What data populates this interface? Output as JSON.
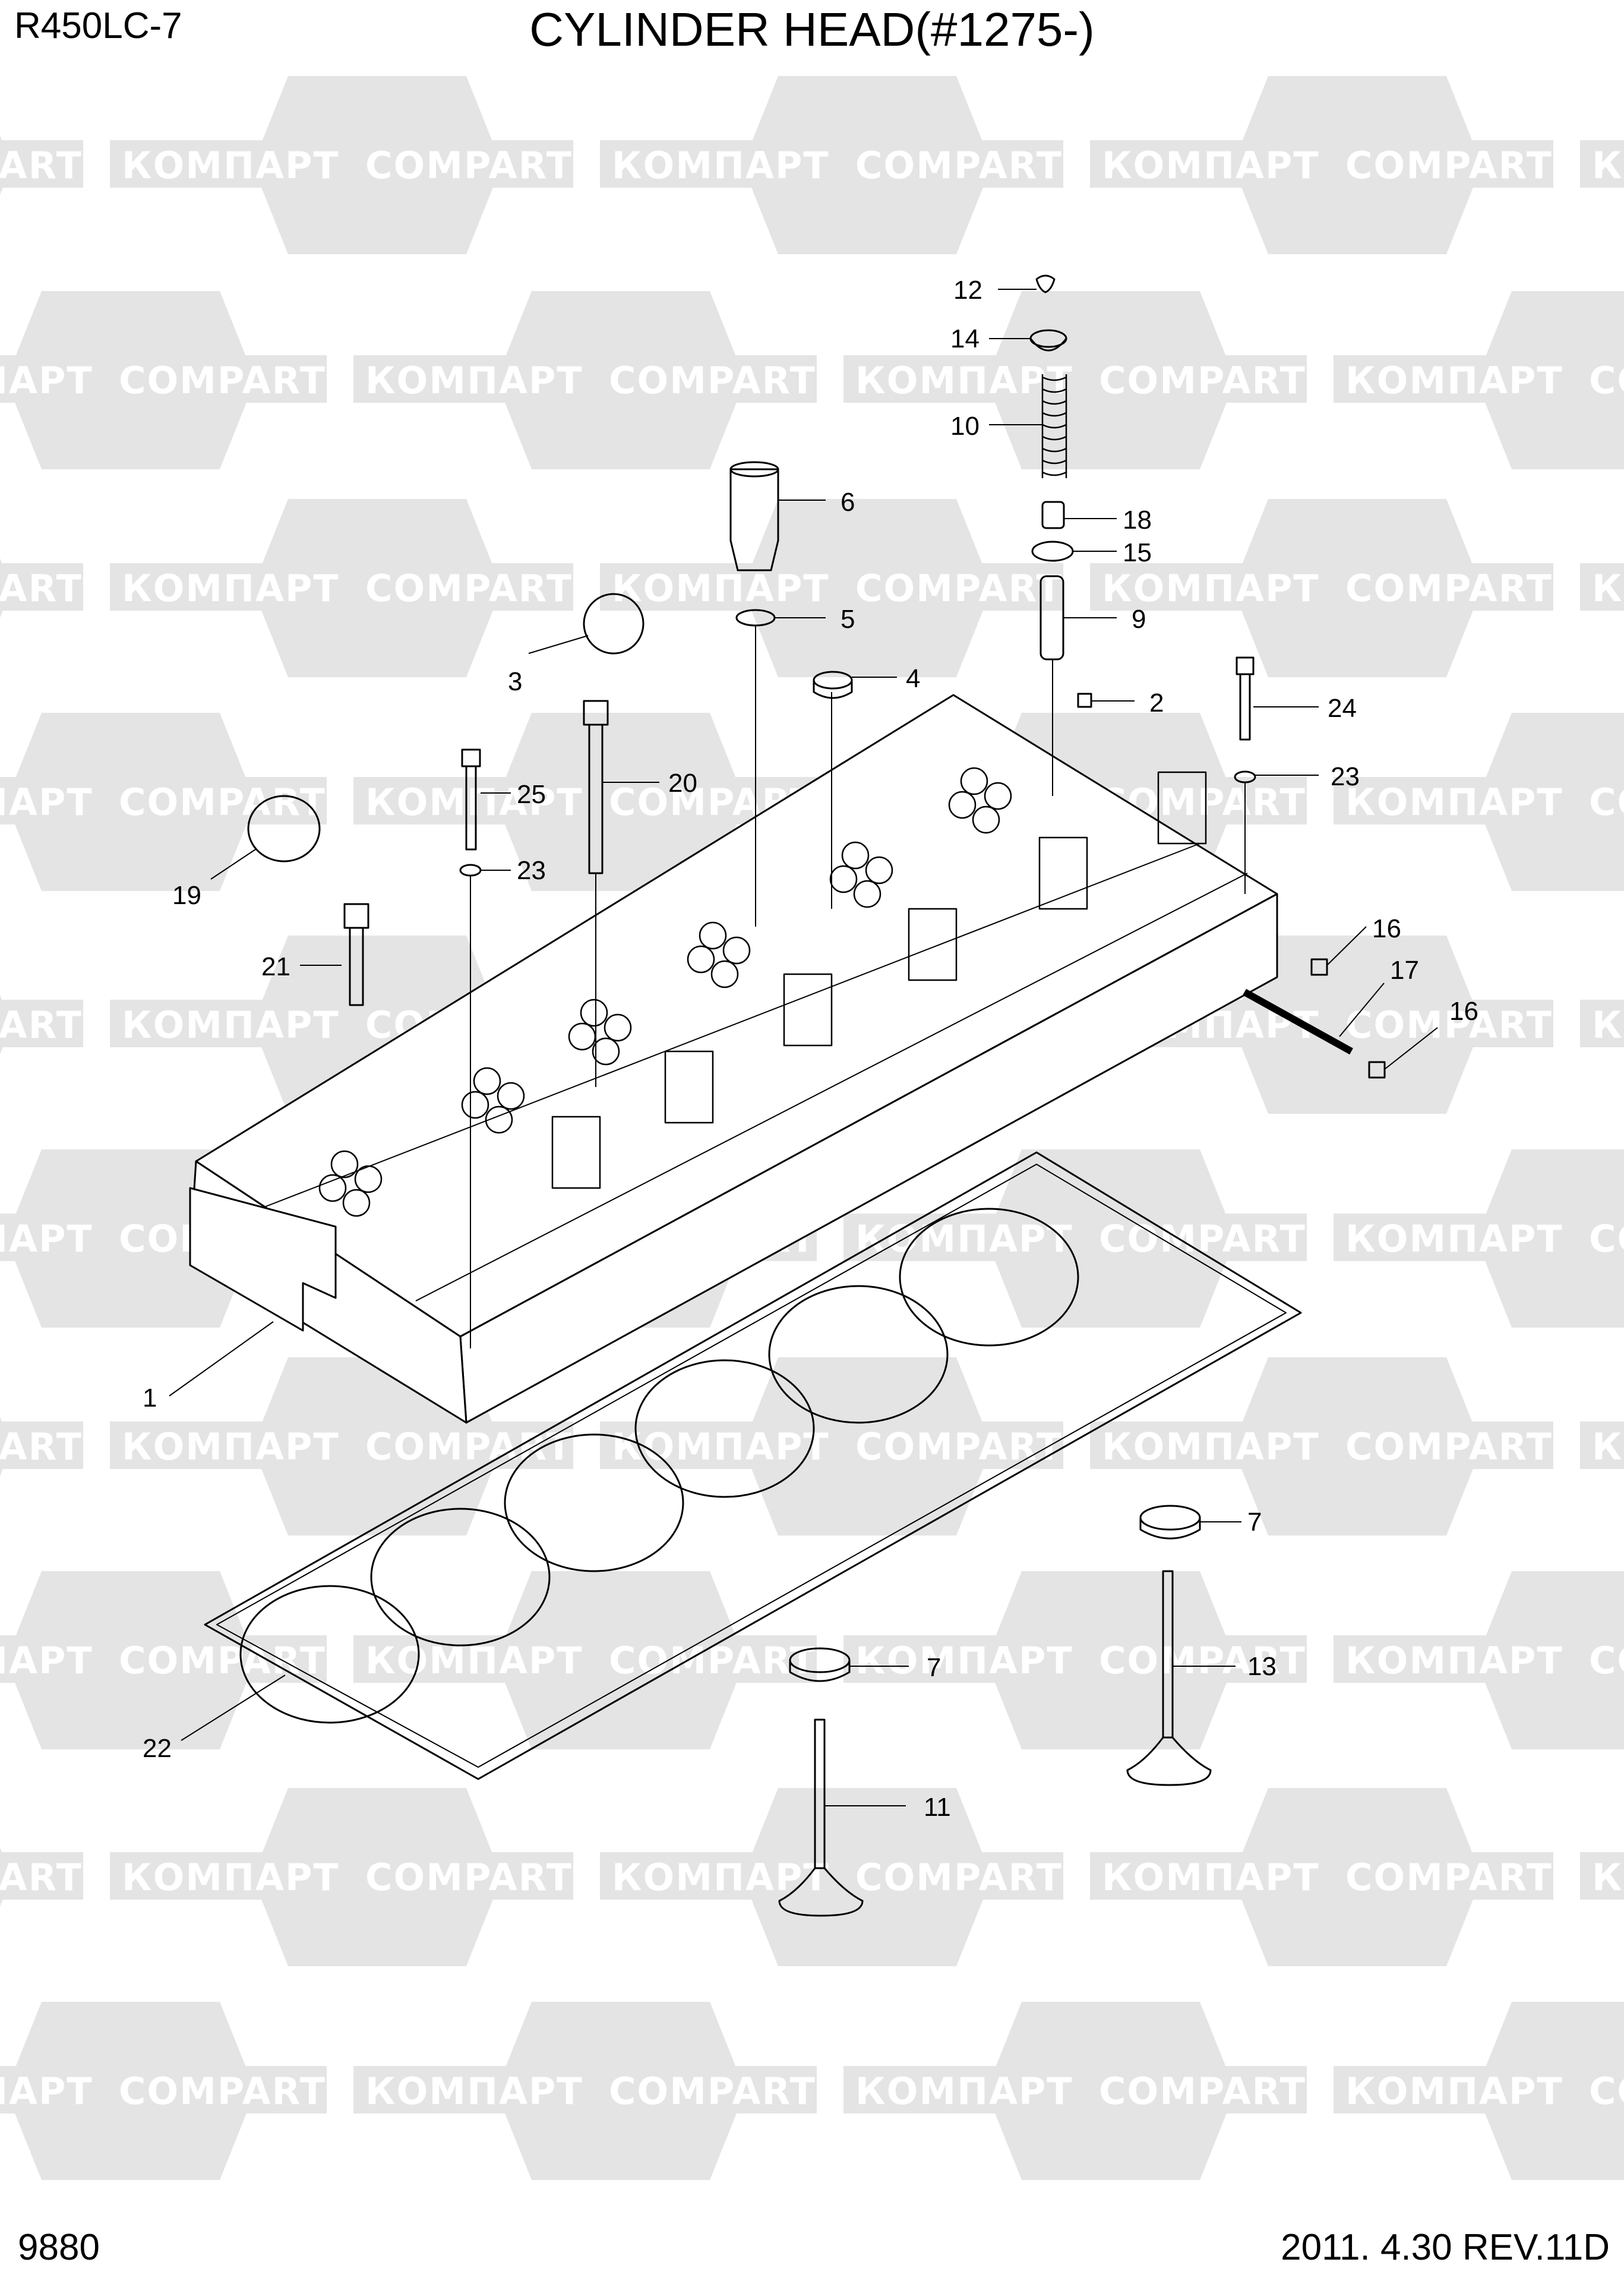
{
  "header": {
    "model": "R450LC-7",
    "title": "CYLINDER HEAD(#1275-)"
  },
  "footer": {
    "page_number": "9880",
    "date_revision": "2011. 4.30  REV.11D"
  },
  "watermark": {
    "text_left": "КОМПАРТ",
    "text_right": "COMPART",
    "color": "#e4e4e4"
  },
  "callouts": [
    {
      "id": "c1",
      "label": "1"
    },
    {
      "id": "c2",
      "label": "2"
    },
    {
      "id": "c3",
      "label": "3"
    },
    {
      "id": "c4",
      "label": "4"
    },
    {
      "id": "c5",
      "label": "5"
    },
    {
      "id": "c6",
      "label": "6"
    },
    {
      "id": "c7a",
      "label": "7"
    },
    {
      "id": "c7b",
      "label": "7"
    },
    {
      "id": "c9",
      "label": "9"
    },
    {
      "id": "c10",
      "label": "10"
    },
    {
      "id": "c11",
      "label": "11"
    },
    {
      "id": "c12",
      "label": "12"
    },
    {
      "id": "c13",
      "label": "13"
    },
    {
      "id": "c14",
      "label": "14"
    },
    {
      "id": "c15",
      "label": "15"
    },
    {
      "id": "c16a",
      "label": "16"
    },
    {
      "id": "c16b",
      "label": "16"
    },
    {
      "id": "c17",
      "label": "17"
    },
    {
      "id": "c18",
      "label": "18"
    },
    {
      "id": "c19",
      "label": "19"
    },
    {
      "id": "c20",
      "label": "20"
    },
    {
      "id": "c21",
      "label": "21"
    },
    {
      "id": "c22",
      "label": "22"
    },
    {
      "id": "c23a",
      "label": "23"
    },
    {
      "id": "c23b",
      "label": "23"
    },
    {
      "id": "c24",
      "label": "24"
    },
    {
      "id": "c25",
      "label": "25"
    }
  ]
}
